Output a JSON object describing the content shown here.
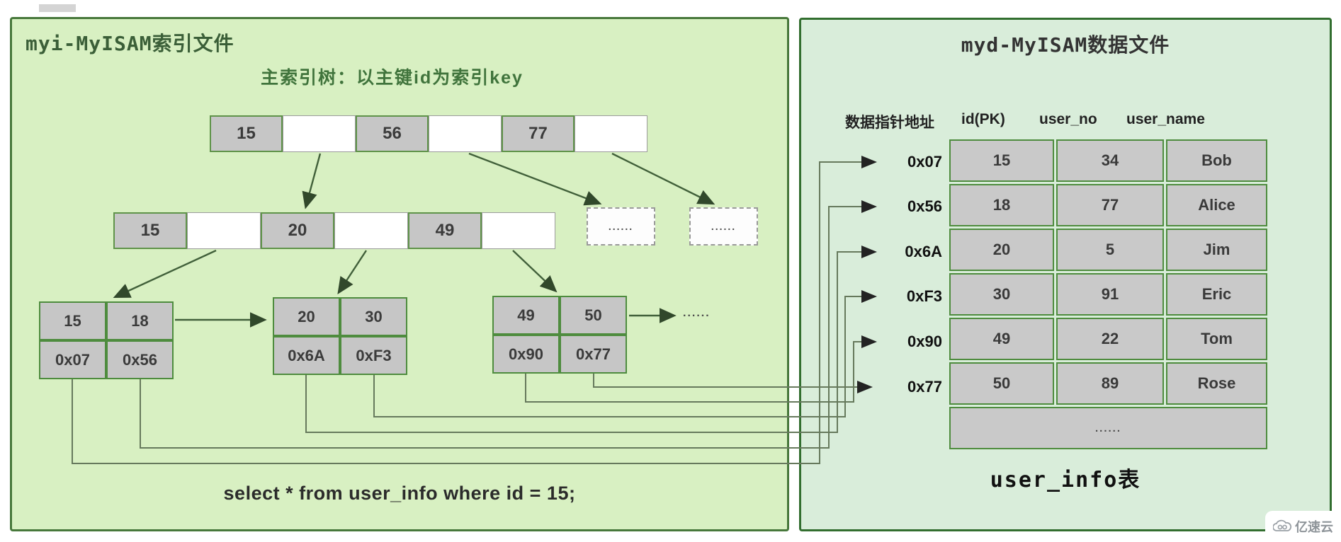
{
  "colors": {
    "left_panel_bg": "#d8f0c2",
    "left_panel_border": "#47783b",
    "right_panel_bg": "#d9edda",
    "right_panel_border": "#326e2f",
    "cell_gray": "#c6c6c6",
    "cell_border_green": "#4e8c3e",
    "connector_line": "#66795c",
    "tree_arrow": "#41603a",
    "title_green": "#3b5f38"
  },
  "left_panel": {
    "title": "myi-MyISAM索引文件",
    "subtitle": "主索引树：以主键id为索引key",
    "sql_query": "select  * from user_info  where id = 15;",
    "tree": {
      "root_keys": [
        "15",
        "56",
        "77"
      ],
      "level2_keys": [
        "15",
        "20",
        "49"
      ],
      "dashed_nodes": [
        "......",
        "......"
      ],
      "leaves": [
        {
          "keys": [
            "15",
            "18"
          ],
          "pointers": [
            "0x07",
            "0x56"
          ]
        },
        {
          "keys": [
            "20",
            "30"
          ],
          "pointers": [
            "0x6A",
            "0xF3"
          ]
        },
        {
          "keys": [
            "49",
            "50"
          ],
          "pointers": [
            "0x90",
            "0x77"
          ]
        }
      ],
      "more_leaves": "......"
    }
  },
  "right_panel": {
    "title": "myd-MyISAM数据文件",
    "header": {
      "pointer_label": "数据指针地址",
      "columns": [
        "id(PK)",
        "user_no",
        "user_name"
      ]
    },
    "addresses": [
      "0x07",
      "0x56",
      "0x6A",
      "0xF3",
      "0x90",
      "0x77"
    ],
    "rows": [
      [
        "15",
        "34",
        "Bob"
      ],
      [
        "18",
        "77",
        "Alice"
      ],
      [
        "20",
        "5",
        "Jim"
      ],
      [
        "30",
        "91",
        "Eric"
      ],
      [
        "49",
        "22",
        "Tom"
      ],
      [
        "50",
        "89",
        "Rose"
      ]
    ],
    "more_rows": "......",
    "table_label": "user_info表"
  },
  "watermark": {
    "brand": "亿速云"
  }
}
